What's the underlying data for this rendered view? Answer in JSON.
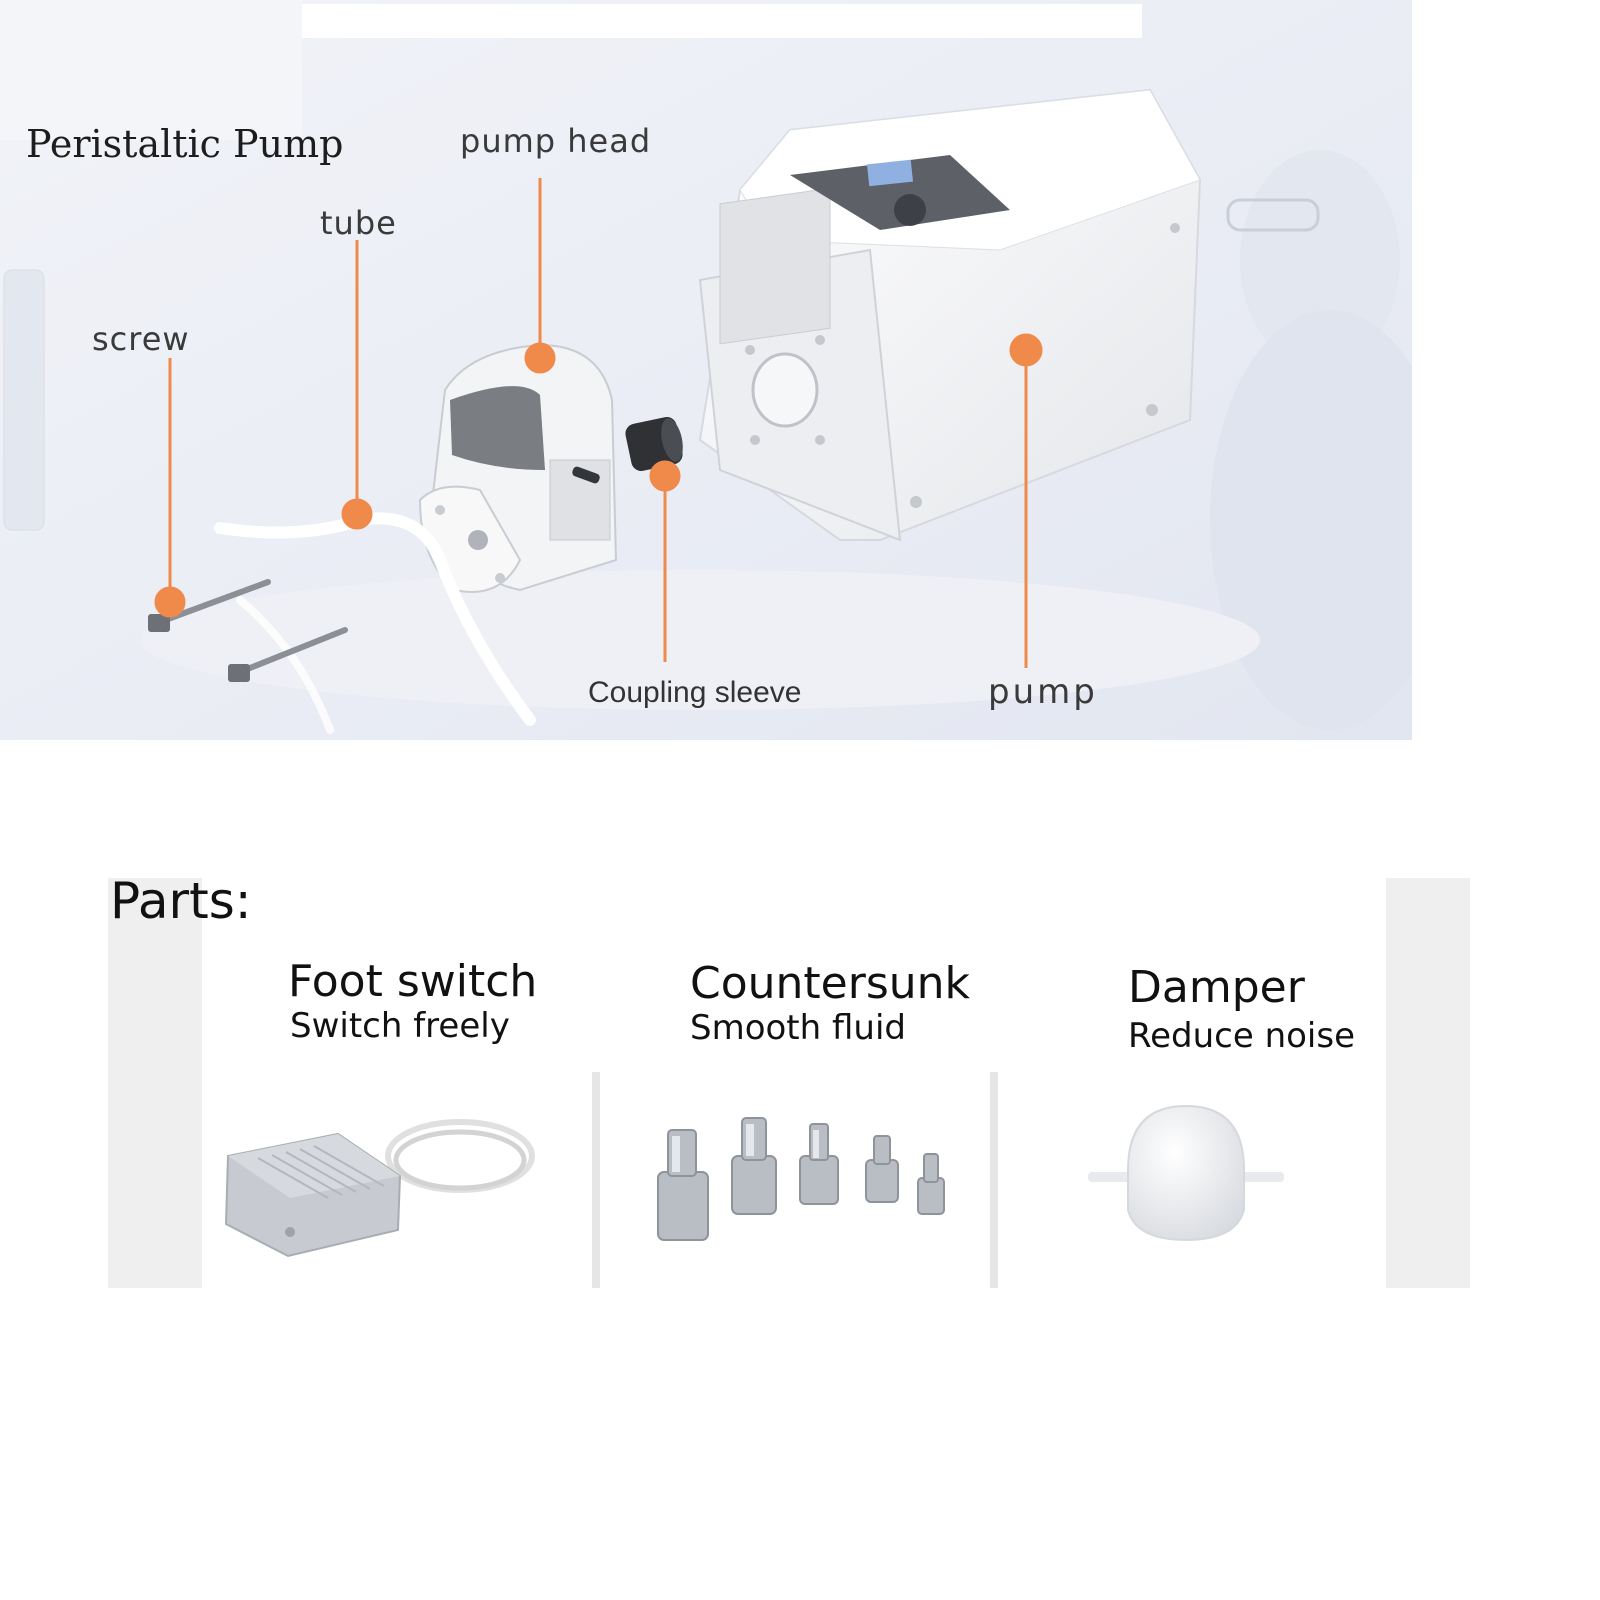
{
  "hero": {
    "title": "Peristaltic Pump",
    "labels": {
      "pump_head": "pump head",
      "tube": "tube",
      "screw": "screw",
      "coupling_sleeve": "Coupling sleeve",
      "pump": "pump"
    },
    "accent_color": "#f08a4b"
  },
  "parts": {
    "heading": "Parts:",
    "items": [
      {
        "title": "Foot switch",
        "subtitle": "Switch freely",
        "icon": "foot-switch-icon"
      },
      {
        "title": "Countersunk",
        "subtitle": "Smooth fluid",
        "icon": "countersunk-fittings-icon"
      },
      {
        "title": "Damper",
        "subtitle": "Reduce noise",
        "icon": "damper-icon"
      }
    ]
  }
}
